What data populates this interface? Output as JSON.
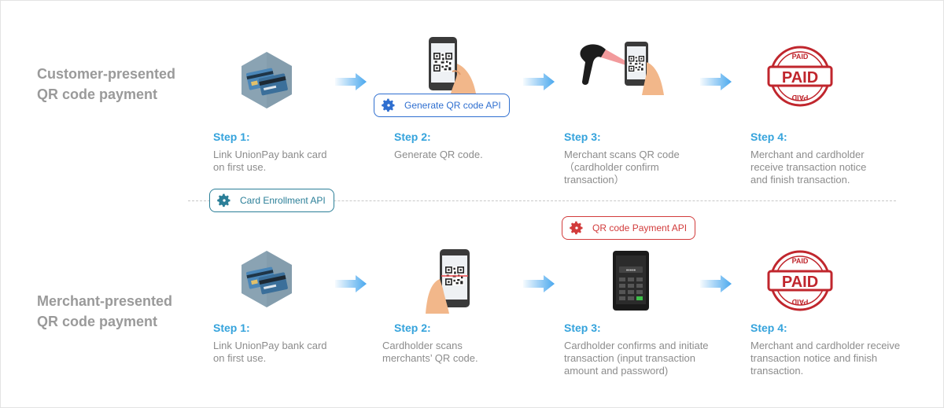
{
  "sections": [
    {
      "title_lines": [
        "Customer-presented",
        "QR code payment"
      ],
      "steps": [
        {
          "title": "Step 1:",
          "desc": [
            "Link UnionPay bank card",
            "on first use."
          ],
          "icon": "bank-card-hexagon-icon"
        },
        {
          "title": "Step 2:",
          "desc": [
            "Generate QR code."
          ],
          "icon": "phone-qr-icon"
        },
        {
          "title": "Step 3:",
          "desc": [
            "Merchant scans QR code",
            "（cardholder confirm",
            "transaction）"
          ],
          "icon": "barcode-scanner-icon"
        },
        {
          "title": "Step 4:",
          "desc": [
            "Merchant and cardholder",
            "receive transaction notice",
            "and finish transaction."
          ],
          "icon": "paid-stamp-icon"
        }
      ]
    },
    {
      "title_lines": [
        "Merchant-presented",
        "QR code payment"
      ],
      "steps": [
        {
          "title": "Step 1:",
          "desc": [
            "Link UnionPay bank card",
            "on first use."
          ],
          "icon": "bank-card-hexagon-icon"
        },
        {
          "title": "Step 2:",
          "desc": [
            "Cardholder scans",
            "merchants’ QR code."
          ],
          "icon": "phone-qr-icon"
        },
        {
          "title": "Step 3:",
          "desc": [
            "Cardholder confirms and initiate",
            "transaction (input transaction",
            "amount and password)"
          ],
          "icon": "phone-keypad-icon"
        },
        {
          "title": "Step 4:",
          "desc": [
            "Merchant and cardholder receive",
            "transaction notice and finish",
            "transaction."
          ],
          "icon": "paid-stamp-icon"
        }
      ]
    }
  ],
  "apis": {
    "generate_qr": "Generate QR code API",
    "card_enrollment": "Card Enrollment API",
    "qr_payment": "QR code Payment API"
  },
  "stamp_text": "PAID",
  "stamp_arc_top": "PAID",
  "stamp_arc_bottom": "PAID",
  "colors": {
    "step_title": "#35a3dc",
    "arrow": "#4aa8ee",
    "api_blue": "#2f6fd0",
    "api_teal": "#2b7f98",
    "api_red": "#d23b3b",
    "section_title": "#9a9a9a",
    "desc_text": "#8c8c8c",
    "stamp": "#c0262d"
  }
}
